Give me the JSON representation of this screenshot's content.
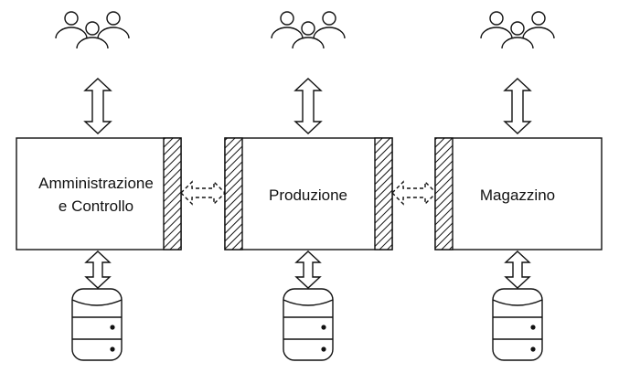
{
  "colors": {
    "stroke": "#111111",
    "fill": "#ffffff"
  },
  "modules": [
    {
      "name": "Amministrazione",
      "name2": "e Controllo",
      "icon": "users-group-icon",
      "store": "database-icon"
    },
    {
      "name": "Produzione",
      "icon": "users-group-icon",
      "store": "database-icon"
    },
    {
      "name": "Magazzino",
      "icon": "users-group-icon",
      "store": "database-icon"
    }
  ]
}
